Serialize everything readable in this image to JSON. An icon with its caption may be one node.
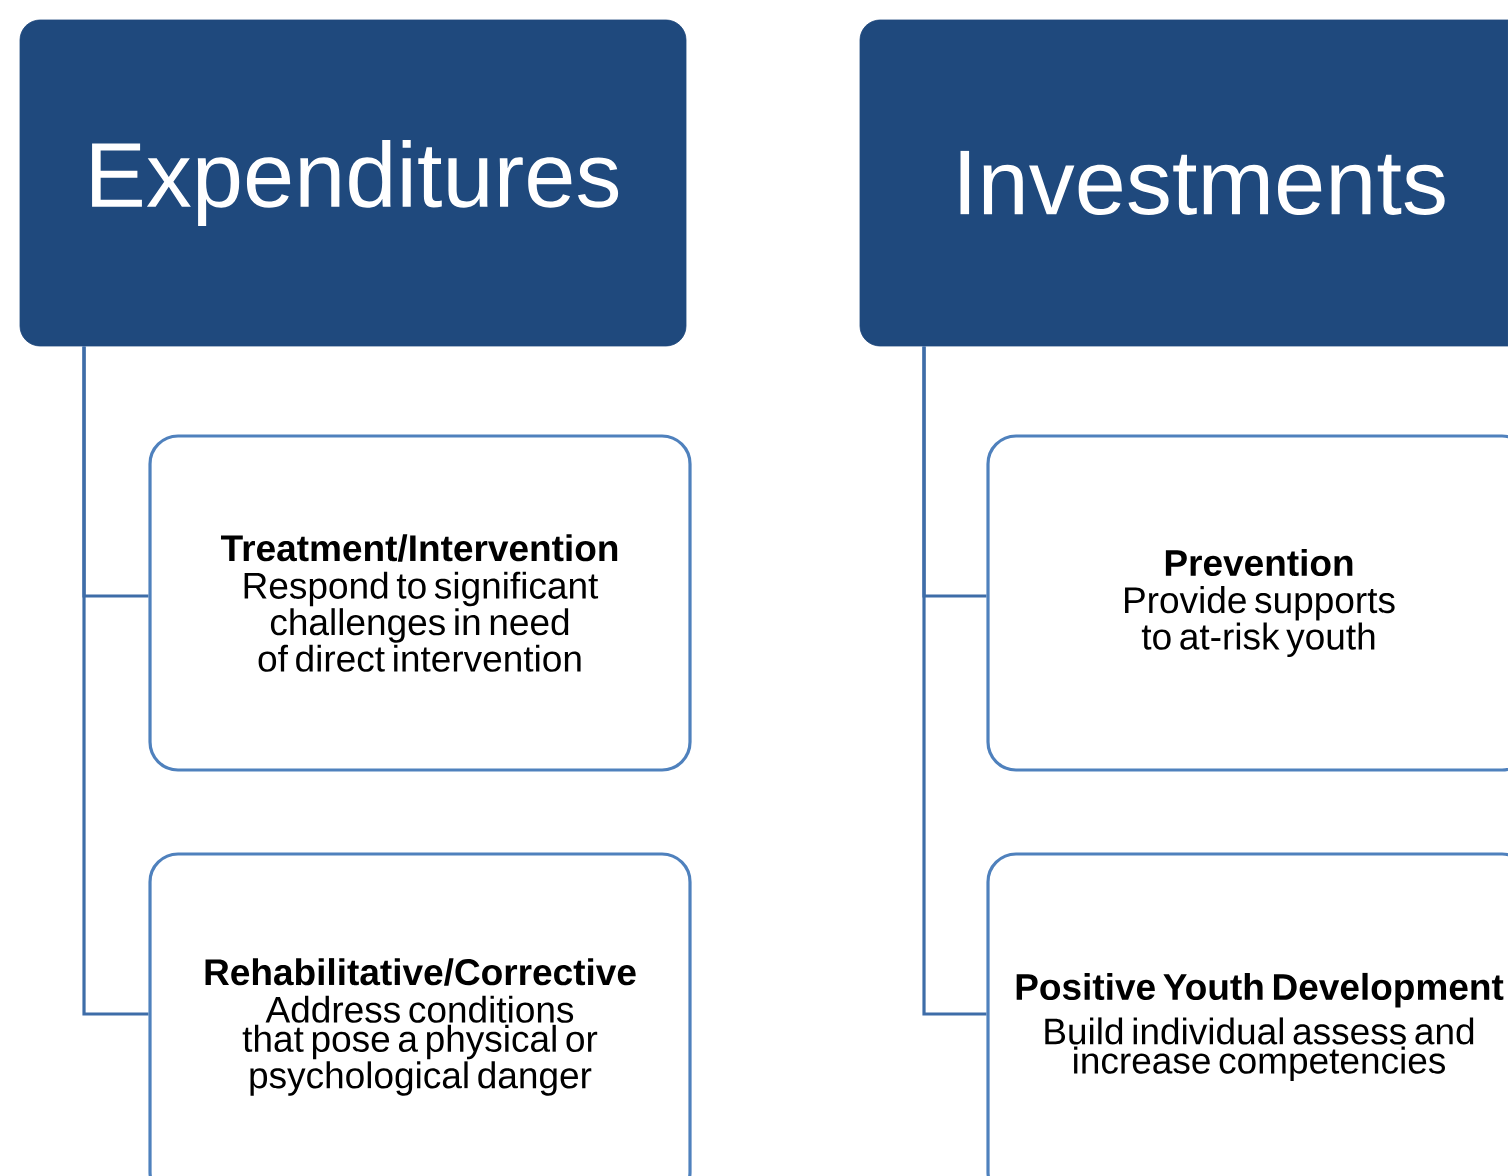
{
  "diagram": {
    "nodes": [
      {
        "text": [
          "Expenditures"
        ]
      },
      {
        "text": [
          "Treatment/Intervention",
          "Respond to significant challenges in need of direct intervention"
        ]
      },
      {
        "text": [
          "Rehabilitative/Corrective",
          "Address conditions that pose a physical or psychological danger"
        ]
      },
      {
        "text": [
          "Investments"
        ]
      },
      {
        "text": [
          "Prevention",
          "Provide supports to at-risk youth"
        ]
      },
      {
        "text": [
          "Positive Youth Development",
          "Build individual assess and increase competencies"
        ]
      }
    ],
    "edges": [
      {
        "from": 0,
        "to": 1,
        "arrow": "none"
      },
      {
        "from": 0,
        "to": 2,
        "arrow": "none"
      },
      {
        "from": 3,
        "to": 4,
        "arrow": "none"
      },
      {
        "from": 3,
        "to": 5,
        "arrow": "none"
      }
    ]
  }
}
